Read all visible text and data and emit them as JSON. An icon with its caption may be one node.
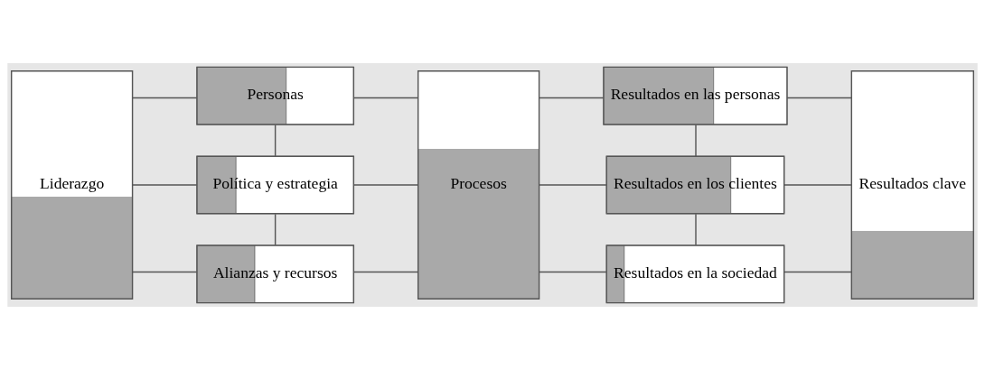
{
  "diagram": {
    "nodes": [
      {
        "text": [
          "Liderazgo"
        ]
      },
      {
        "text": [
          "Personas"
        ]
      },
      {
        "text": [
          "Política y estrategia"
        ]
      },
      {
        "text": [
          "Alianzas y recursos"
        ]
      },
      {
        "text": [
          "Procesos"
        ]
      },
      {
        "text": [
          "Resultados en las personas"
        ]
      },
      {
        "text": [
          "Resultados en los clientes"
        ]
      },
      {
        "text": [
          "Resultados en la sociedad"
        ]
      },
      {
        "text": [
          "Resultados clave"
        ]
      }
    ],
    "edges": [
      {
        "from": 0,
        "to": 1,
        "arrow": "none"
      },
      {
        "from": 0,
        "to": 2,
        "arrow": "none"
      },
      {
        "from": 0,
        "to": 3,
        "arrow": "none"
      },
      {
        "from": 1,
        "to": 2,
        "arrow": "none"
      },
      {
        "from": 2,
        "to": 3,
        "arrow": "none"
      },
      {
        "from": 1,
        "to": 4,
        "arrow": "none"
      },
      {
        "from": 2,
        "to": 4,
        "arrow": "none"
      },
      {
        "from": 3,
        "to": 4,
        "arrow": "none"
      },
      {
        "from": 4,
        "to": 5,
        "arrow": "none"
      },
      {
        "from": 4,
        "to": 6,
        "arrow": "none"
      },
      {
        "from": 4,
        "to": 7,
        "arrow": "none"
      },
      {
        "from": 5,
        "to": 6,
        "arrow": "none"
      },
      {
        "from": 6,
        "to": 7,
        "arrow": "none"
      },
      {
        "from": 5,
        "to": 8,
        "arrow": "none"
      },
      {
        "from": 6,
        "to": 8,
        "arrow": "none"
      },
      {
        "from": 7,
        "to": 8,
        "arrow": "none"
      }
    ]
  }
}
